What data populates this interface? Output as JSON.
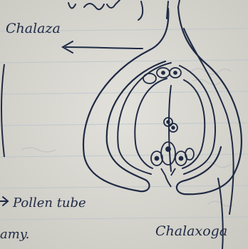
{
  "photo": {
    "paper_color": "#d9d8d2",
    "ink_color": "#1f2a44",
    "rule_color": "#b9c4cc"
  },
  "labels": {
    "top_left": "Chalaza",
    "left_middle": "Pollen tube",
    "bottom_left": "amy.",
    "bottom_right": "Chalaxoga"
  }
}
